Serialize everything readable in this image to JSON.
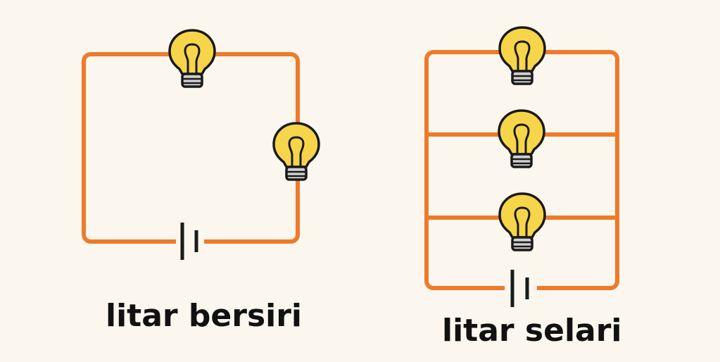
{
  "diagram": {
    "series_circuit": {
      "label": "litar bersiri",
      "bulb_count": 2,
      "battery_count": 1
    },
    "parallel_circuit": {
      "label": "litar selari",
      "bulb_count": 3,
      "battery_count": 1
    },
    "icons": {
      "bulb": "light-bulb-icon",
      "battery": "battery-cell-icon"
    }
  },
  "colors": {
    "background": "#fbf6ee",
    "wire": "#ee7a2a",
    "bulb_glass": "#f7d54a",
    "bulb_outline": "#1a1a1a",
    "bulb_base": "#cfcfcf",
    "battery": "#1a1a1a",
    "text": "#111111"
  }
}
